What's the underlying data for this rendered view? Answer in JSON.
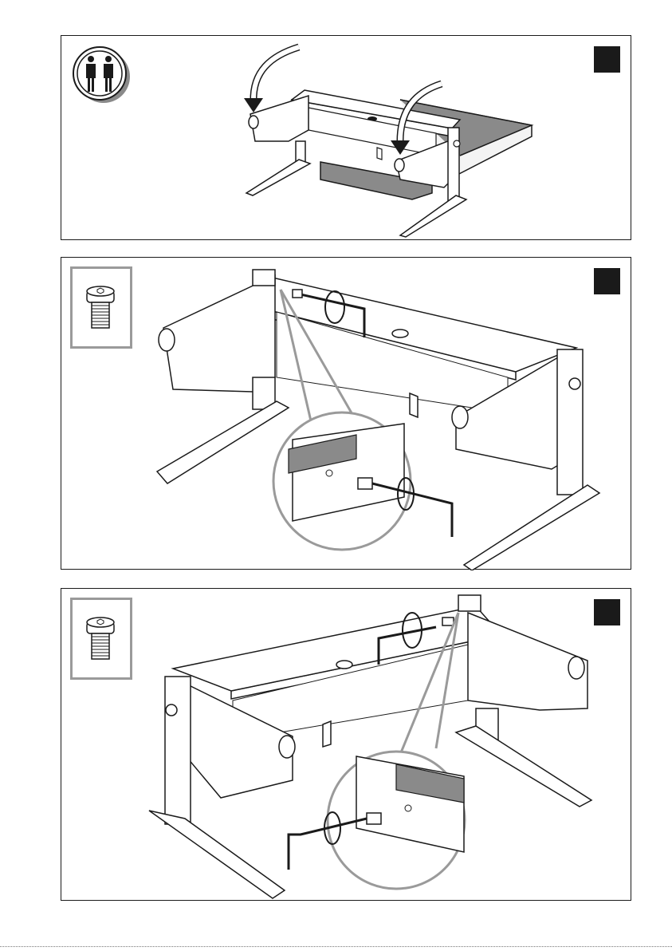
{
  "page": {
    "kind": "assembly-instructions"
  },
  "panels": [
    {
      "id": "panel-1",
      "step_label": "",
      "icon": "two-person-icon",
      "marker_color": "#1a1a1a"
    },
    {
      "id": "panel-2",
      "step_label": "",
      "icon": "bolt-icon",
      "marker_color": "#1a1a1a"
    },
    {
      "id": "panel-3",
      "step_label": "",
      "icon": "bolt-icon",
      "marker_color": "#1a1a1a"
    }
  ],
  "colors": {
    "line": "#1a1a1a",
    "callout": "#9a9a9a",
    "fill_gray": "#8a8a8a",
    "fill_light": "#f4f4f4"
  }
}
